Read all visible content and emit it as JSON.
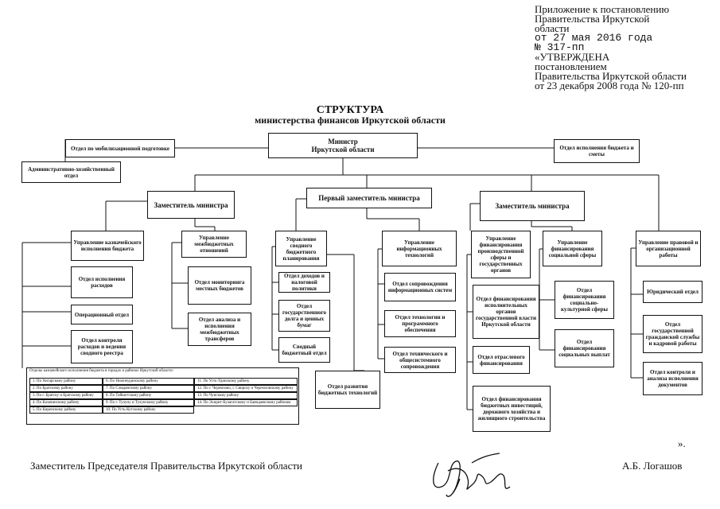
{
  "header": {
    "line1": "Приложение к постановлению",
    "line2": "Правительства Иркутской",
    "line3": "области",
    "line4": "от 27 мая 2016 года",
    "line5": "№ 317-пп",
    "line6": "«УТВЕРЖДЕНА",
    "line7": "постановлением",
    "line8": "Правительства Иркутской области",
    "line9": "от 23 декабря 2008 года № 120-пп"
  },
  "title": {
    "main": "СТРУКТУРА",
    "sub": "министерства финансов Иркутской области"
  },
  "org": {
    "minister": "Министр\nИркутской области",
    "mob": "Отдел по мобилизационной подготовке",
    "admin": "Административно-хозяйственный отдел",
    "budget_exec": "Отдел исполнения бюджета и сметы",
    "deputy1": "Заместитель министра",
    "first_deputy": "Первый заместитель министра",
    "deputy2": "Заместитель министра",
    "treasury": "Управление казначейского исполнения бюджета",
    "interbudget": "Управление межбюджетных отношений",
    "consolidated": "Управление сводного бюджетного планирования",
    "it": "Управление информационных технологий",
    "financing_prod": "Управление финансирования производственной сферы и государственных органов",
    "social": "Управление финансирования социальной сферы",
    "legal": "Управление правовой и организационной работы",
    "exp_exec": "Отдел исполнения расходов",
    "oper": "Операционный отдел",
    "exp_control": "Отдел контроля расходов и ведения сводного реестра",
    "local_monitor": "Отдел мониторинга местных бюджетов",
    "analysis": "Отдел анализа и исполнения межбюджетных трансферов",
    "income": "Отдел доходов и налоговой политики",
    "debt": "Отдел государственного долга и ценных бумаг",
    "summary": "Сводный бюджетный отдел",
    "dev_tech": "Отдел развития бюджетных технологий",
    "it_support": "Отдел сопровождения информационных систем",
    "it_tech": "Отдел технологии и программного обеспечения",
    "tech_support": "Отдел технического и общесистемного сопровождения",
    "exec_organs": "Отдел финансирования исполнительных органов государственной власти Иркутской области",
    "branch": "Отдел отраслевого финансирования",
    "investment": "Отдел финансирования бюджетных инвестиций, дорожного хозяйства и жилищного строительства",
    "sociocult": "Отдел финансирования социально-культурной сферы",
    "soc_pay": "Отдел финансирования социальных выплат",
    "jur": "Юридический отдел",
    "civil": "Отдел государственной гражданской службы и кадровой работы",
    "control": "Отдел контроля и анализа исполнения документов"
  },
  "subtable": {
    "caption": "Отделы казначейского исполнения бюджета в городах и районах Иркутской области:",
    "rows": [
      [
        "1. По Ангарскому району",
        "6. По Нижнеудинскому району",
        "11. По Усть-Удинскому району"
      ],
      [
        "2. По Братскому району",
        "7. По Слюдянскому району",
        "12. По г. Черемхово, г. Свирску и Черемховскому району"
      ],
      [
        "3. По г. Братску и Братскому району",
        "8. По Тайшетскому району",
        "13. По Чунскому району"
      ],
      [
        "4. По Казачинскому району",
        "9. По г. Тулуну и Тулунскому району",
        "14. По Эхирит-Булагатскому и Баяндаевскому районам"
      ],
      [
        "5. По Киренскому району",
        "10. По Усть-Кутскому району",
        ""
      ]
    ]
  },
  "footer": {
    "position": "Заместитель Председателя Правительства Иркутской области",
    "name": "А.Б. Логашов",
    "closing": "»."
  }
}
